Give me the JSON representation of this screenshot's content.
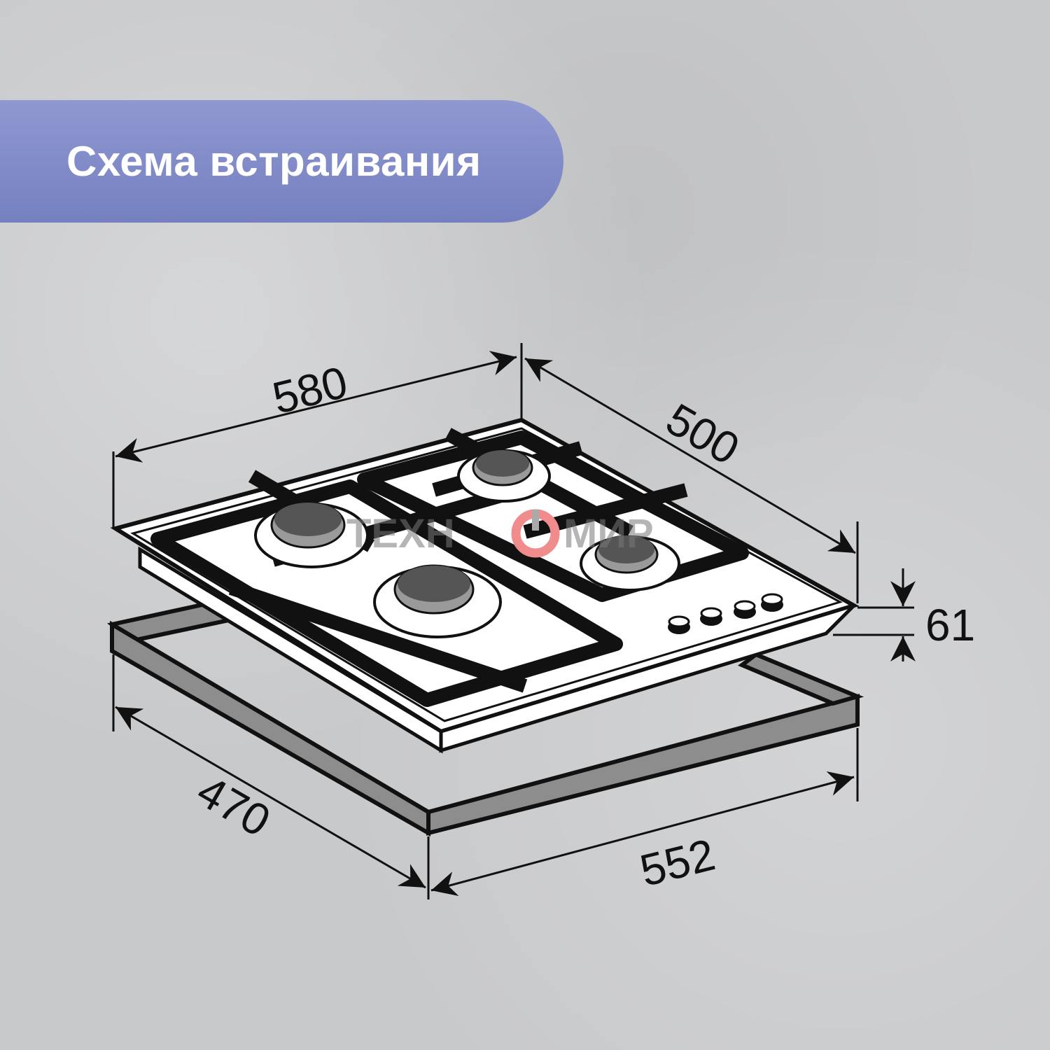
{
  "header": {
    "title": "Схема встраивания",
    "pill_color": "#7f89c8"
  },
  "watermark": {
    "text_left": "ТЕХН",
    "text_right": "МИР",
    "accent_color": "#f08c8c"
  },
  "dimensions": {
    "width_top": "580",
    "depth_top": "500",
    "height": "61",
    "cutout_depth": "470",
    "cutout_width": "552"
  },
  "hob": {
    "burners": 4,
    "knobs": 4
  }
}
